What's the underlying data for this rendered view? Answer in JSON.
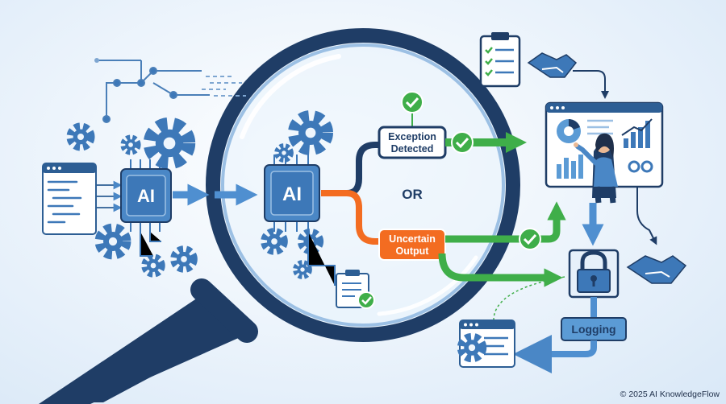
{
  "diagram": {
    "left_ai_label": "AI",
    "center_ai_label": "AI",
    "exception_line1": "Exception",
    "exception_line2": "Detected",
    "or_label": "OR",
    "uncertain_line1": "Uncertain",
    "uncertain_line2": "Output",
    "logging_label": "Logging",
    "copyright": "© 2025 AI KnowledgeFlow"
  },
  "colors": {
    "dark_navy": "#1f3d66",
    "ai_blue": "#3d7fc1",
    "green": "#3fae49",
    "orange": "#f36c21",
    "light_blue": "#5b9bd5"
  },
  "icons": [
    "gear-icon",
    "clipboard-icon",
    "handshake-icon",
    "lock-icon",
    "checkmark-icon",
    "dashboard-icon",
    "person-icon",
    "magnifier-icon"
  ]
}
